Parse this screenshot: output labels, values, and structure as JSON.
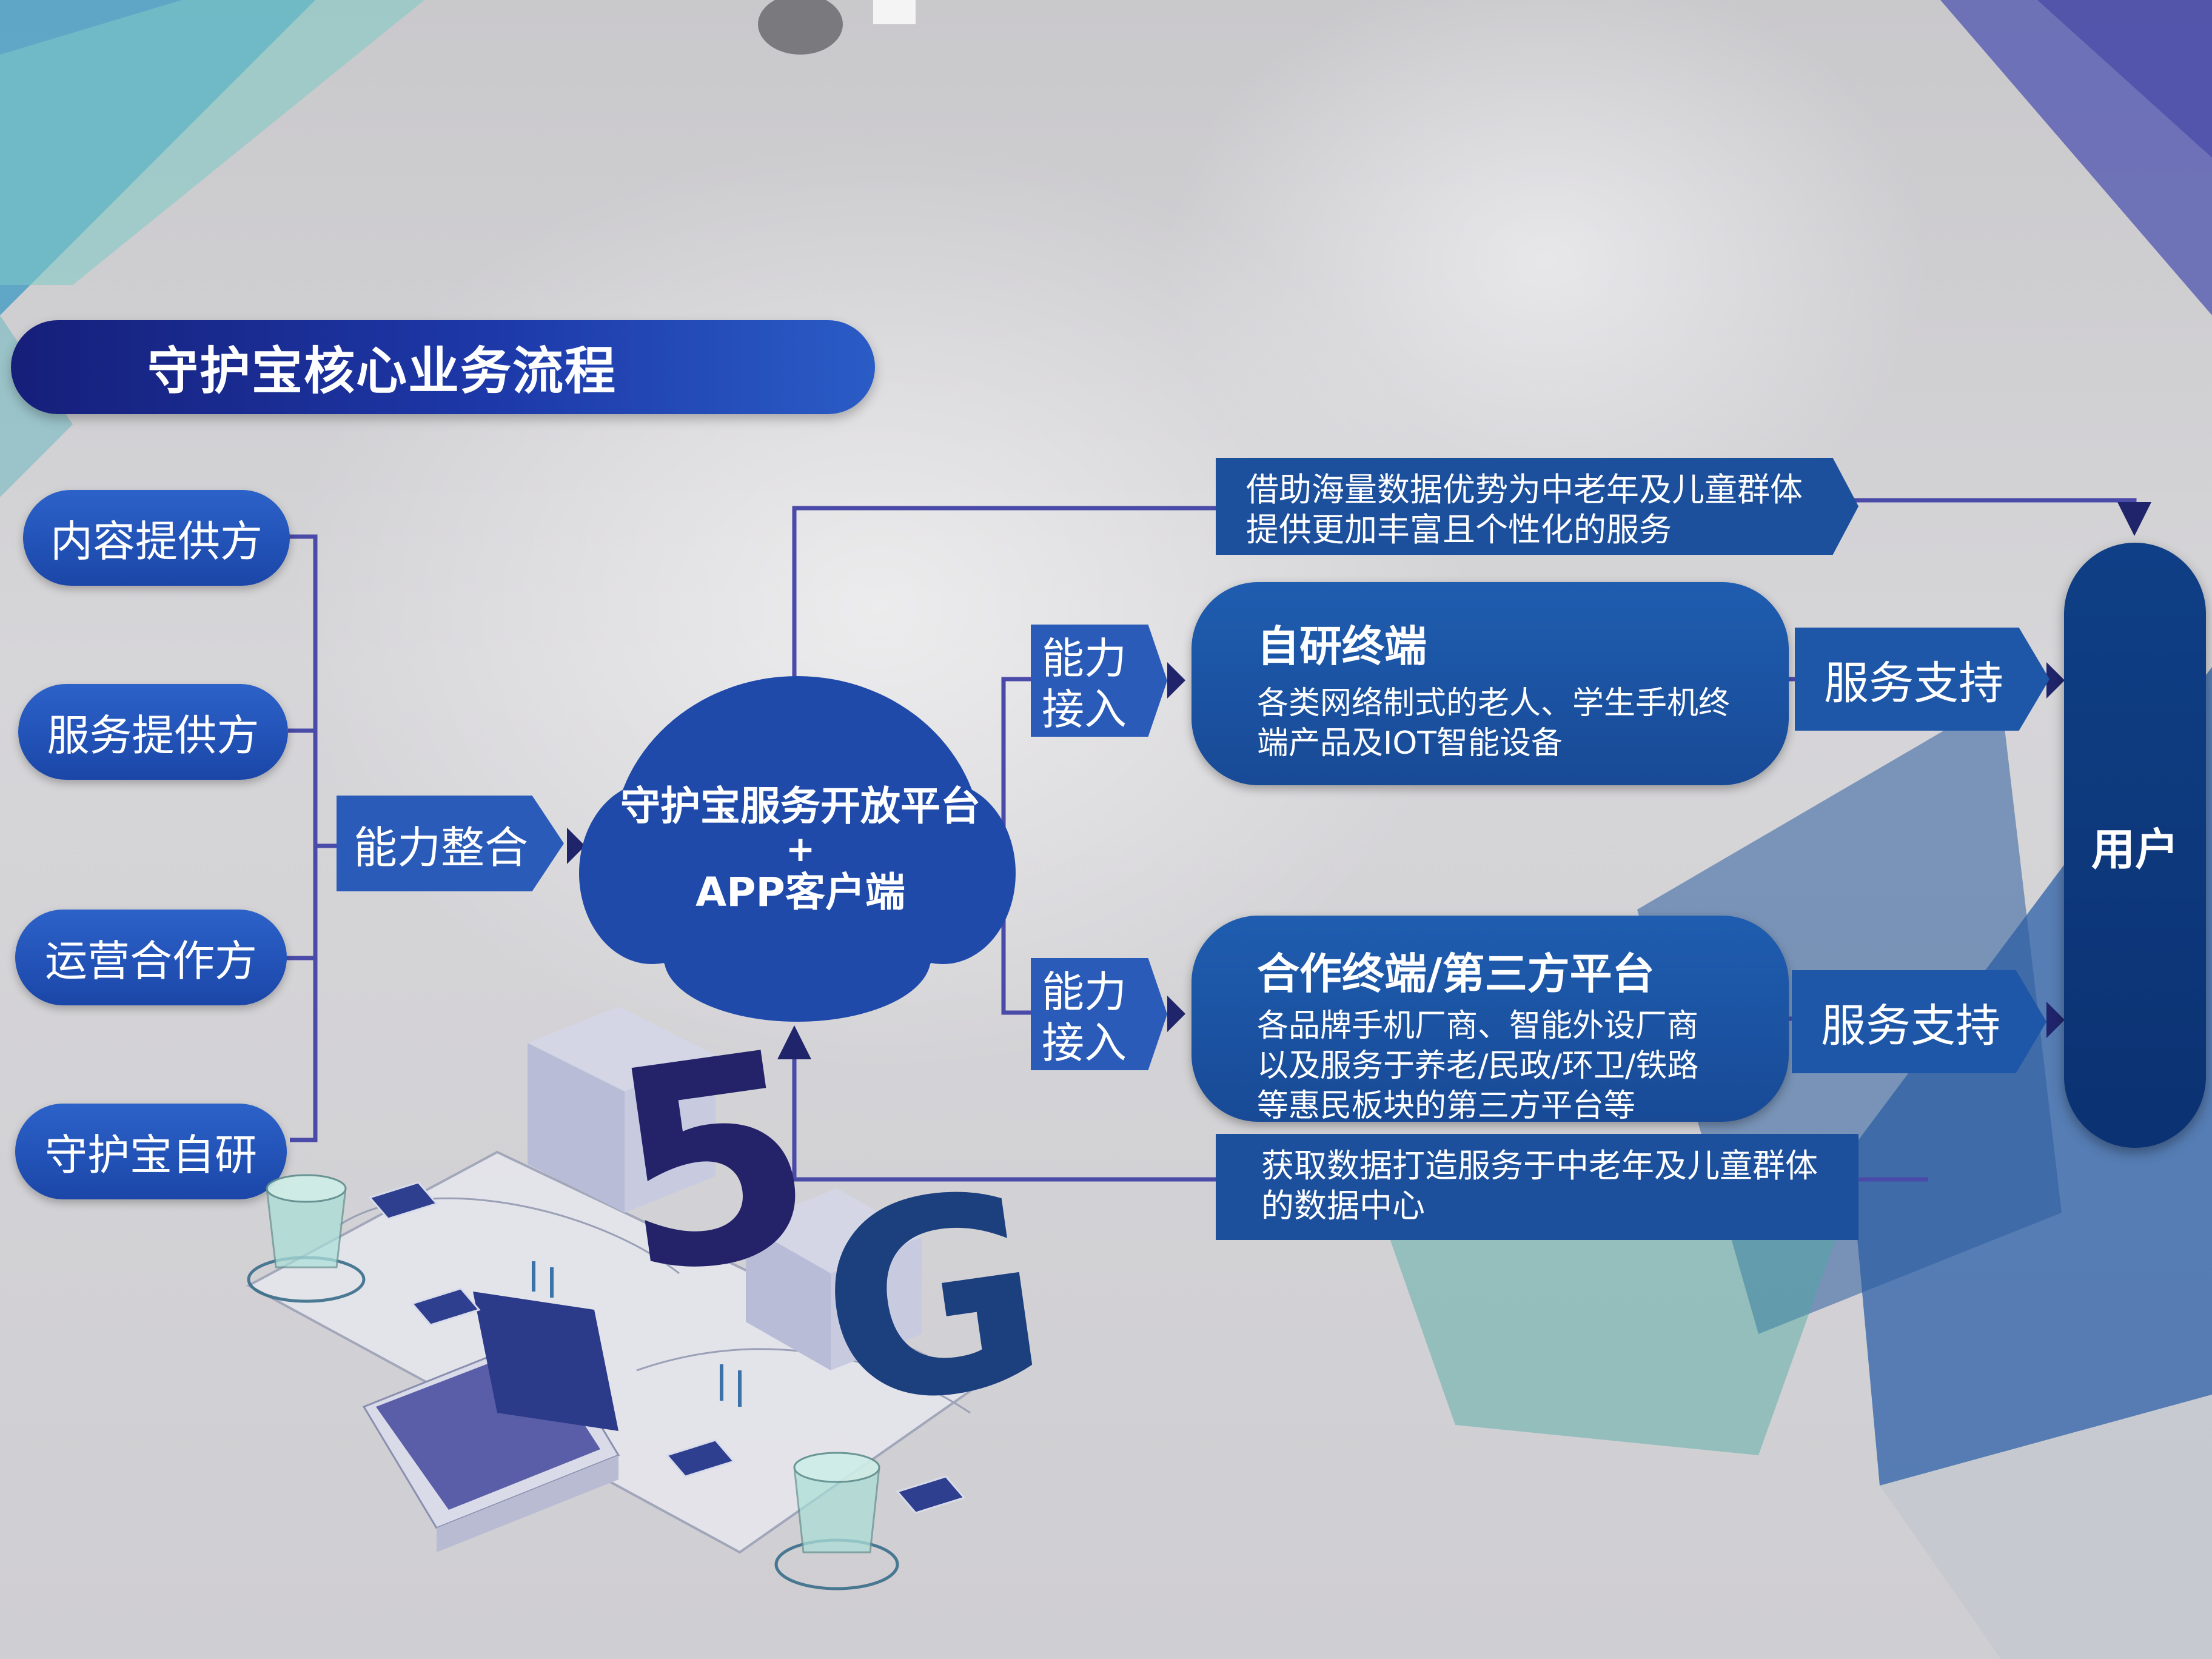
{
  "title": "守护宝核心业务流程",
  "providers": [
    "内容提供方",
    "服务提供方",
    "运营合作方",
    "守护宝自研"
  ],
  "integration_label": "能力整合",
  "platform": {
    "line1": "守护宝服务开放平台",
    "plus": "+",
    "line2": "APP客户端"
  },
  "access_label": "能力接入",
  "self_terminal": {
    "title": "自研终端",
    "desc_line1": "各类网络制式的老人、学生手机终",
    "desc_line2": "端产品及IOT智能设备"
  },
  "partner_terminal": {
    "title": "合作终端/第三方平台",
    "desc_line1": "各品牌手机厂商、智能外设厂商",
    "desc_line2": "以及服务于养老/民政/环卫/铁路",
    "desc_line3": "等惠民板块的第三方平台等"
  },
  "service_support": "服务支持",
  "user": "用户",
  "top_banner": {
    "line1": "借助海量数据优势为中老年及儿童群体",
    "line2": "提供更加丰富且个性化的服务"
  },
  "bottom_banner": {
    "line1": "获取数据打造服务于中老年及儿童群体",
    "line2": "的数据中心"
  },
  "illustration_text": "5G",
  "colors": {
    "primary_blue": "#1d46a8",
    "dark_navy": "#0b3272",
    "connector": "#4a4aa8",
    "cloud": "#1f4aaa"
  }
}
